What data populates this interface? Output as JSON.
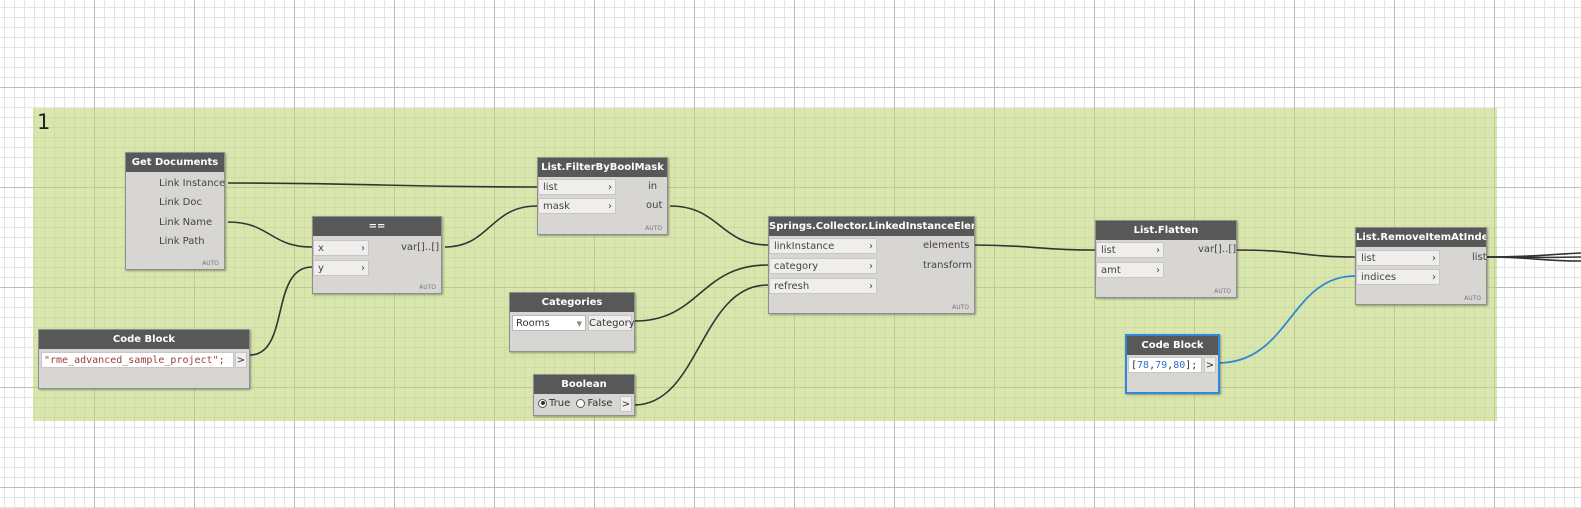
{
  "group": {
    "number": "1"
  },
  "auto_label": "AUTO",
  "chevron": "›",
  "nodes": {
    "get_documents": {
      "title": "Get Documents",
      "outputs": [
        "Link Instance",
        "Link Doc",
        "Link Name",
        "Link Path"
      ]
    },
    "equals": {
      "title": "==",
      "inputs": [
        "x",
        "y"
      ],
      "output": "var[]..[]"
    },
    "code_block_1": {
      "title": "Code Block",
      "code": "\"rme_advanced_sample_project\";",
      "output": ">"
    },
    "filter_by_bool_mask": {
      "title": "List.FilterByBoolMask",
      "inputs": [
        "list",
        "mask"
      ],
      "outputs": [
        "in",
        "out"
      ]
    },
    "categories": {
      "title": "Categories",
      "selected": "Rooms",
      "output": "Category"
    },
    "boolean": {
      "title": "Boolean",
      "options": [
        "True",
        "False"
      ],
      "selected": "True",
      "output": ">"
    },
    "linked_instance_elements": {
      "title": "Springs.Collector.LinkedInstanceElements",
      "inputs": [
        "linkInstance",
        "category",
        "refresh"
      ],
      "outputs": [
        "elements",
        "transform"
      ]
    },
    "flatten": {
      "title": "List.Flatten",
      "inputs": [
        "list",
        "amt"
      ],
      "output": "var[]..[]"
    },
    "code_block_2": {
      "title": "Code Block",
      "code_tokens": [
        "[",
        "78",
        ",",
        "79",
        ",",
        "80",
        "];"
      ],
      "output": ">"
    },
    "remove_item_at_index": {
      "title": "List.RemoveItemAtIndex",
      "inputs": [
        "list",
        "indices"
      ],
      "output": "list"
    }
  },
  "colors": {
    "group_fill": "#bed676",
    "node_header": "#585858",
    "node_body": "#d8d6d3",
    "wire": "#333333",
    "selected_wire": "#2e8ad8"
  }
}
